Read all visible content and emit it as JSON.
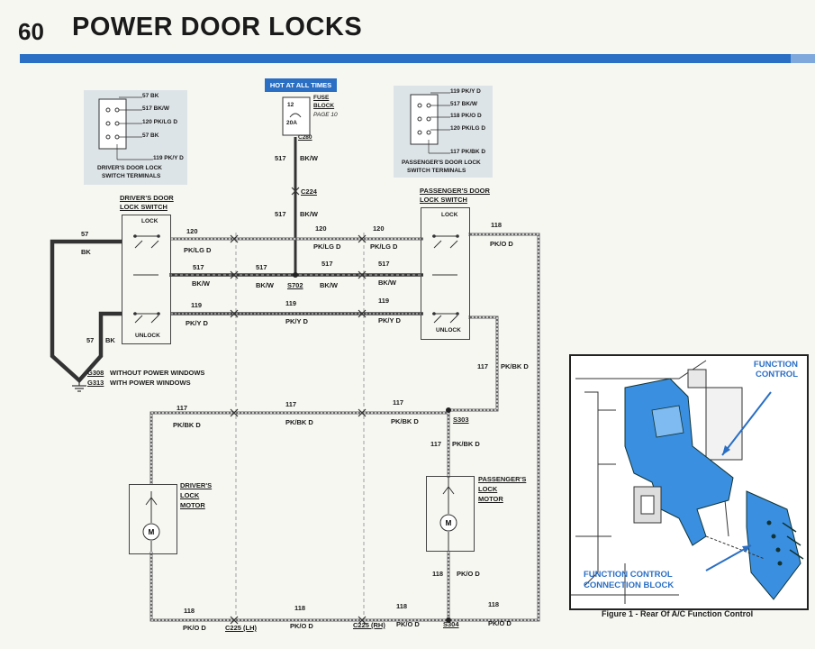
{
  "header": {
    "page_number": "60",
    "title": "POWER DOOR LOCKS"
  },
  "hot_label": "HOT AT ALL TIMES",
  "fuse": {
    "number": "12",
    "rating": "20A",
    "name_line1": "FUSE",
    "name_line2": "BLOCK",
    "page_ref": "PAGE 10",
    "connector": "C280"
  },
  "driver_terminals": {
    "pins": [
      "57 BK",
      "517 BK/W",
      "120 PK/LG D",
      "57 BK",
      "119 PK/Y D"
    ],
    "caption_line1": "DRIVER'S DOOR LOCK",
    "caption_line2": "SWITCH TERMINALS"
  },
  "passenger_terminals": {
    "pins": [
      "119 PK/Y D",
      "517 BK/W",
      "118 PK/O D",
      "120 PK/LG D",
      "117 PK/BK D"
    ],
    "caption_line1": "PASSENGER'S DOOR LOCK",
    "caption_line2": "SWITCH TERMINALS"
  },
  "driver_switch": {
    "title_line1": "DRIVER'S DOOR",
    "title_line2": "LOCK SWITCH",
    "lock": "LOCK",
    "unlock": "UNLOCK"
  },
  "passenger_switch": {
    "title_line1": "PASSENGER'S DOOR",
    "title_line2": "LOCK SWITCH",
    "lock": "LOCK",
    "unlock": "UNLOCK"
  },
  "driver_motor": {
    "line1": "DRIVER'S",
    "line2": "LOCK",
    "line3": "MOTOR"
  },
  "passenger_motor": {
    "line1": "PASSENGER'S",
    "line2": "LOCK",
    "line3": "MOTOR"
  },
  "motor_symbol": "M",
  "wires": {
    "w517": "517",
    "bkw": "BK/W",
    "c224": "C224",
    "w57": "57",
    "bk": "BK",
    "w120": "120",
    "pklgd": "PK/LG D",
    "w119": "119",
    "pkyd": "PK/Y D",
    "w118": "118",
    "pkod": "PK/O D",
    "w117": "117",
    "pkbkd": "PK/BK D",
    "s702": "S702",
    "s303": "S303",
    "s304": "S304",
    "c225lh": "C225 (LH)",
    "c225rh": "C225 (RH)"
  },
  "ground": {
    "g308": "G308",
    "g308_text": "WITHOUT POWER WINDOWS",
    "g313": "G313",
    "g313_text": "WITH POWER WINDOWS"
  },
  "figure": {
    "label_function_line1": "FUNCTION",
    "label_function_line2": "CONTROL",
    "label_block_line1": "FUNCTION CONTROL",
    "label_block_line2": "CONNECTION BLOCK",
    "caption": "Figure 1 - Rear Of A/C Function Control"
  },
  "colors": {
    "accent": "#2a6fc4",
    "wire": "#333333",
    "component_fill": "#dfe8ee"
  }
}
